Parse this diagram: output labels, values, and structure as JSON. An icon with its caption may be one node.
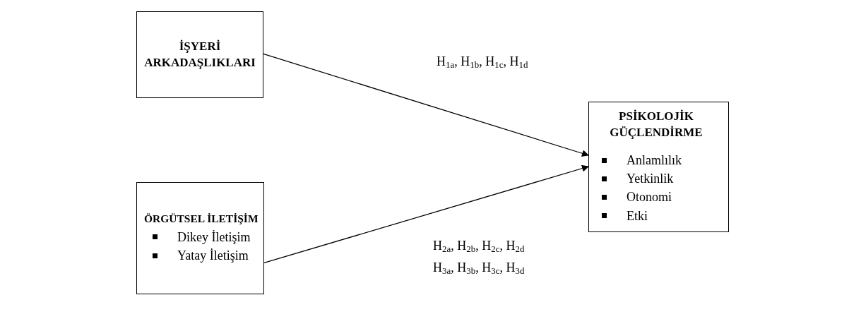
{
  "diagram": {
    "nodes": [
      {
        "text": [
          "İŞYERİ ARKADAŞLIKLARI"
        ]
      },
      {
        "text": [
          "ÖRGÜTSEL İLETİŞİM",
          "Dikey İletişim",
          "Yatay İletişim"
        ]
      },
      {
        "text": [
          "PSİKOLOJİK GÜÇLENDİRME",
          "Anlamlılık",
          "Yetkinlik",
          "Otonomi",
          "Etki"
        ]
      }
    ],
    "edges": [
      {
        "from": 0,
        "to": 2,
        "arrow": "to"
      },
      {
        "from": 1,
        "to": 2,
        "arrow": "to"
      }
    ],
    "labels": [
      "H$_{1a}$, H$_{1b}$, H$_{1c}$, H$_{1d}$",
      "H$_{2a}$, H$_{2b}$, H$_{2c}$, H$_{2d}$",
      "H$_{3a}$, H$_{3b}$, H$_{3c}$, H$_{3d}$"
    ]
  }
}
